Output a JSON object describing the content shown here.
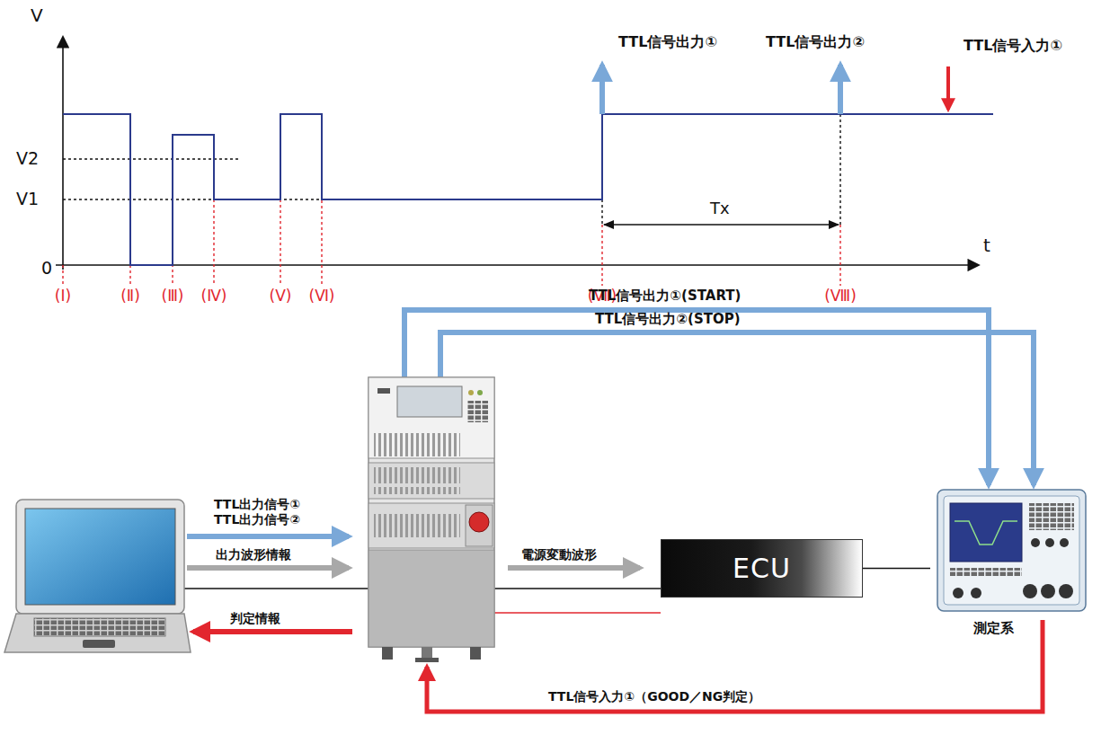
{
  "diagram": {
    "nodes": [
      {
        "text": [
          "ECU"
        ]
      },
      {
        "text": [
          "測定系"
        ]
      }
    ],
    "edges": [
      {
        "from": 0,
        "to": 1,
        "arrow": "none"
      }
    ],
    "labels": [
      "V",
      "V2",
      "V1",
      "0",
      "t",
      "TTL信号出力①",
      "TTL信号出力②",
      "TTL信号入力①",
      "Tx",
      "(Ⅰ)",
      "(Ⅱ)",
      "(Ⅲ)",
      "(Ⅳ)",
      "(Ⅴ)",
      "(Ⅵ)",
      "(Ⅶ)",
      "(Ⅷ)",
      "TTL信号出力①(START)",
      "TTL信号出力②(STOP)",
      "TTL出力信号①",
      "TTL出力信号②",
      "出力波形情報",
      "判定情報",
      "電源変動波形",
      "TTL信号入力①（GOOD／NG判定）"
    ]
  }
}
